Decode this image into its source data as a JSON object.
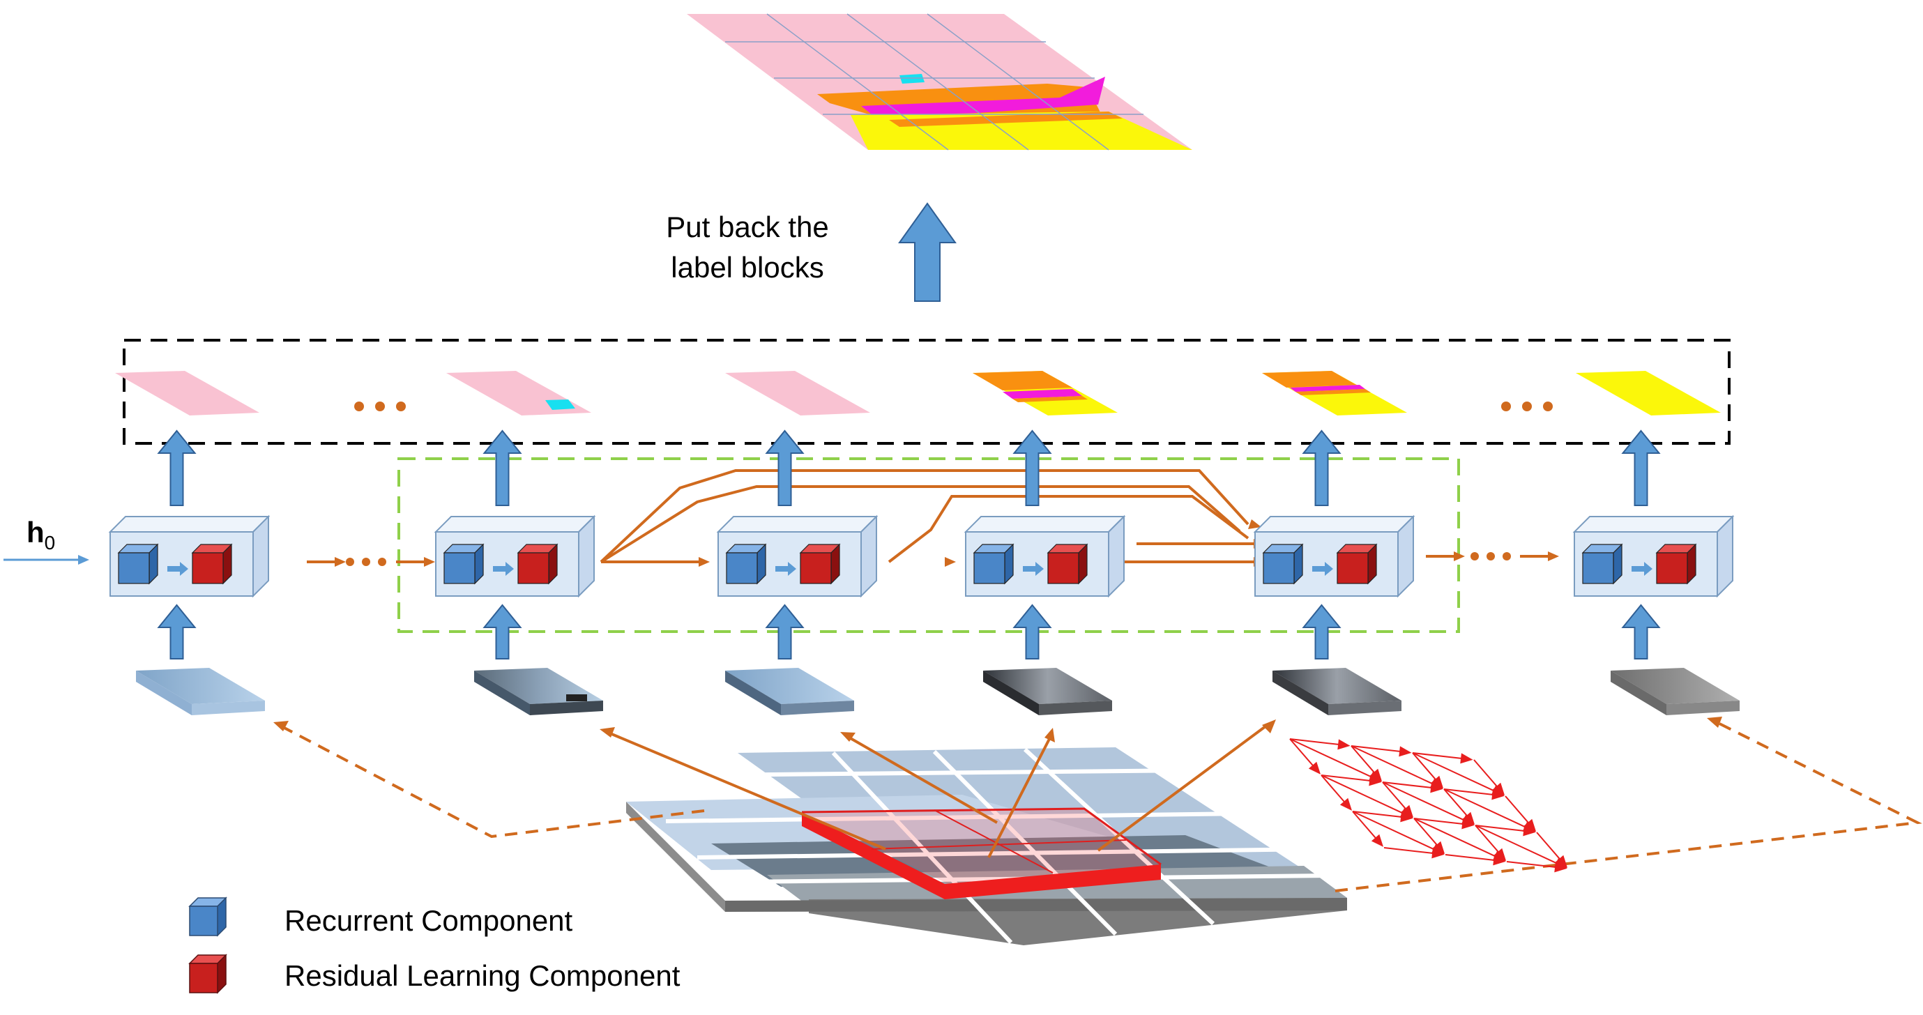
{
  "caption": {
    "line1": "Put back the",
    "line2": "label blocks"
  },
  "input_state": {
    "symbol": "h",
    "subscript": "0"
  },
  "legend": {
    "recurrent_label": "Recurrent Component",
    "residual_label": "Residual Learning Component"
  },
  "colors": {
    "recurrent_cube": "#4a86c8",
    "residual_cube": "#c8201e",
    "unit_box": "#dbe8f6",
    "up_arrow": "#5b9bd5",
    "flow_arrow": "#d06a1e",
    "dependency_arrow": "#e81e1e",
    "green_frame": "#8fd04a",
    "black_frame": "#000000",
    "label_pink": "#f9c2d2",
    "label_orange": "#f99010",
    "label_magenta": "#f21cdc",
    "label_yellow": "#fbf70a",
    "label_cyan": "#18e0f0"
  },
  "units": [
    "unit-1",
    "unit-2",
    "unit-3",
    "unit-4",
    "unit-5",
    "unit-6"
  ]
}
